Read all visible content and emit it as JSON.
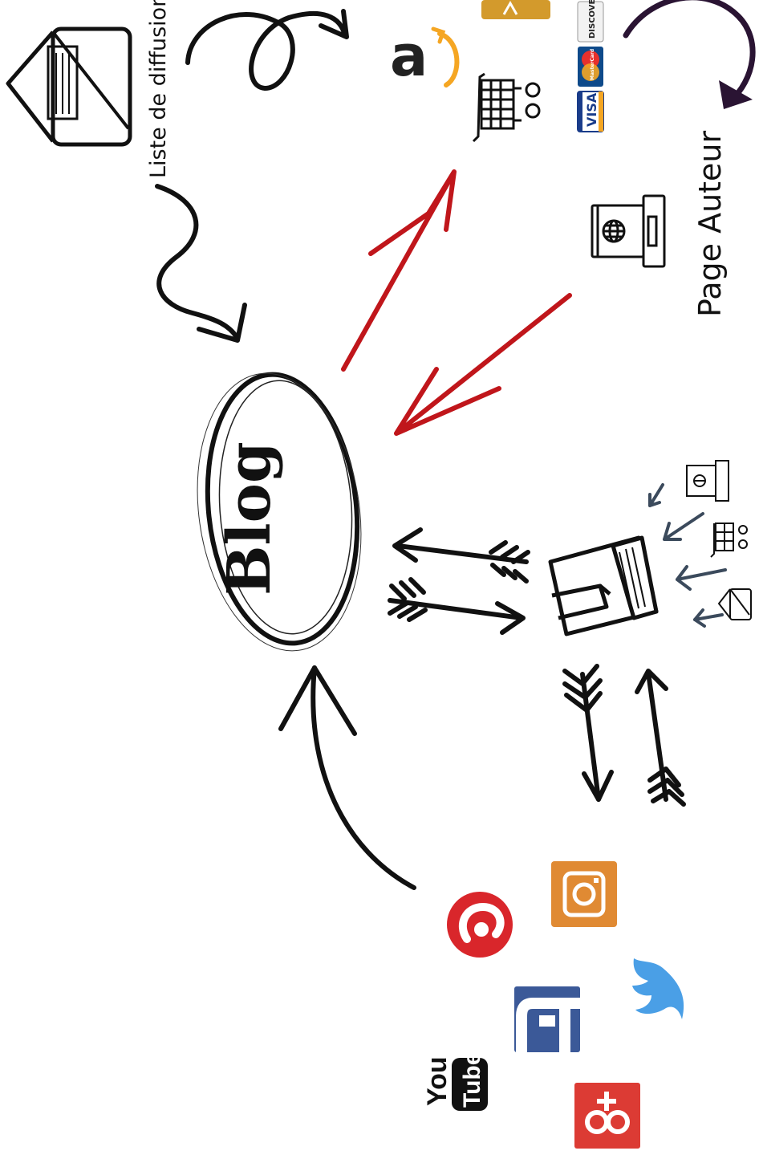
{
  "labels": {
    "mailing_list": "Liste de diffusion",
    "author_page": "Page Auteur",
    "blog": "Blog"
  },
  "payment_cards": {
    "visa": "VISA",
    "mastercard": "MasterCard",
    "discover": "DISCOVER"
  },
  "social": {
    "youtube_you": "You",
    "youtube_tube": "Tube"
  },
  "icons": [
    "envelope-icon",
    "amazon-icon",
    "shopping-cart-icon",
    "visa-card-icon",
    "mastercard-icon",
    "discover-card-icon",
    "kindle-reader-icon",
    "book-icon",
    "instagram-icon",
    "twitter-icon",
    "facebook-icon",
    "google-plus-icon",
    "youtube-icon",
    "rss-icon",
    "library-icon"
  ],
  "colors": {
    "ink": "#111111",
    "red_arrow": "#c0161b",
    "payment_arrow": "#2a1433",
    "small_arrow": "#3b4a5c",
    "amazon_orange": "#f5a623",
    "library_gold": "#d39a2c",
    "instagram": "#e08a33",
    "twitter": "#4a9fe6",
    "facebook": "#3b5998",
    "google_plus": "#dc3b34",
    "rss_red": "#d9262b",
    "visa_blue": "#1a3c8a",
    "mastercard_blue": "#0e4a8a"
  }
}
